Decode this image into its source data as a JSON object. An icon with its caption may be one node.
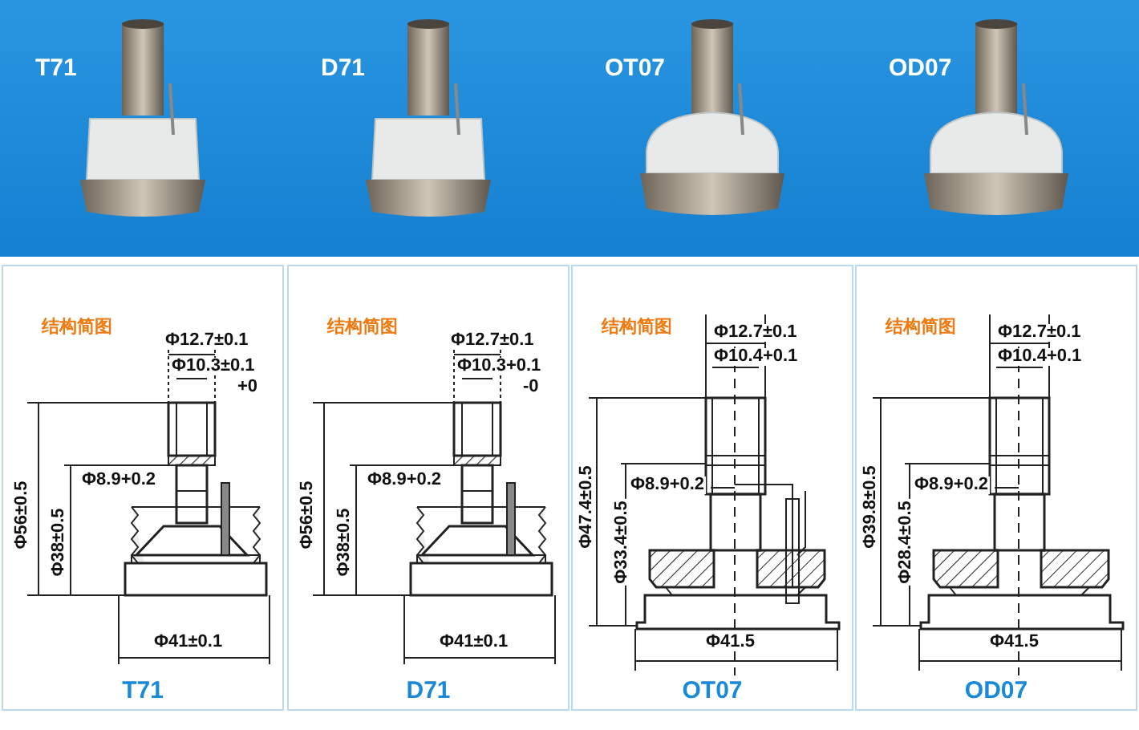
{
  "diagram": {
    "nodes": [
      {
        "text": [
          "结构简图",
          "Φ12.7±0.1",
          "Φ10.3±0.1",
          "+0",
          "Φ56±0.5",
          "Φ38±0.5",
          "Φ8.9+0.2",
          "Φ41±0.1",
          "T71"
        ]
      },
      {
        "text": [
          "结构简图",
          "Φ12.7±0.1",
          "Φ10.3+0.1",
          "-0",
          "Φ56±0.5",
          "Φ38±0.5",
          "Φ8.9+0.2",
          "Φ41±0.1",
          "D71"
        ]
      },
      {
        "text": [
          "结构简图",
          "Φ12.7±0.1",
          "Φ10.4+0.1",
          "Φ47.4±0.5",
          "Φ33.4±0.5",
          "Φ8.9+0.2",
          "Φ41.5",
          "OT07"
        ]
      },
      {
        "text": [
          "结构简图",
          "Φ12.7±0.1",
          "Φ10.4+0.1",
          "Φ39.8±0.5",
          "Φ28.4±0.5",
          "Φ8.9+0.2",
          "Φ41.5",
          "OD07"
        ]
      }
    ],
    "labels": [
      "T71",
      "D71",
      "OT07",
      "OD07"
    ]
  }
}
